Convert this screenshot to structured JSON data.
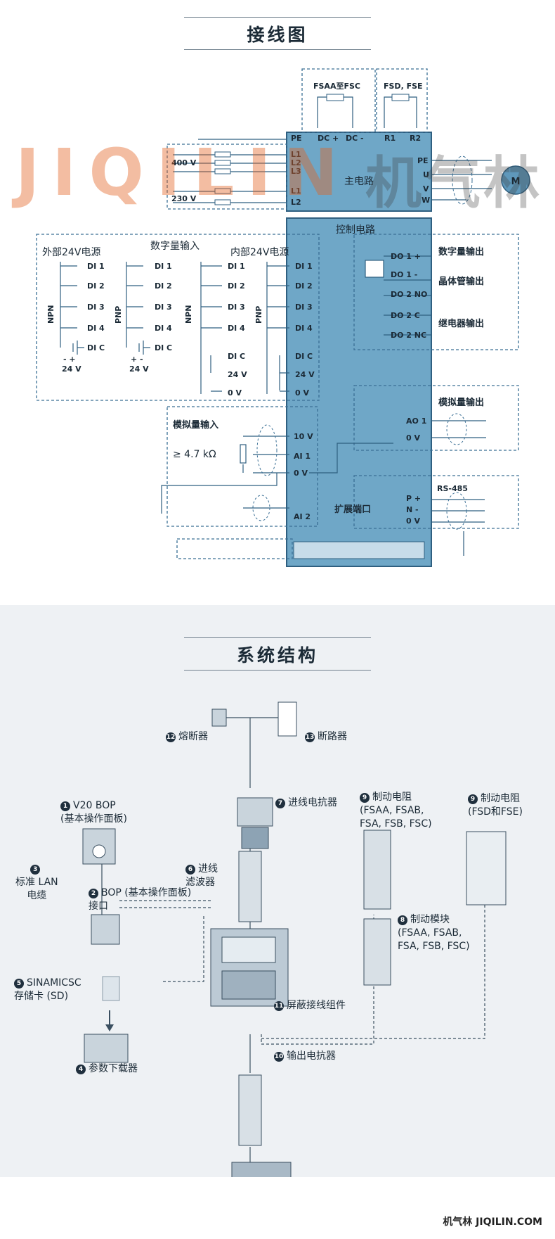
{
  "wiring": {
    "title": "接线图",
    "fsaa_label": "FSAA至FSC",
    "fsd_label": "FSD, FSE",
    "dc_plus": "DC +",
    "dc_minus": "DC -",
    "r1": "R1",
    "r2": "R2",
    "pe_top": "PE",
    "v400": "400 V",
    "v230": "230 V",
    "l1": "L1",
    "l2": "L2",
    "l3": "L3",
    "l1b": "L1",
    "l2b": "L2",
    "main_circuit": "主电路",
    "pe_out": "PE",
    "u": "U",
    "v": "V",
    "w": "W",
    "motor": "M",
    "control_circuit": "控制电路",
    "ext_24v": "外部24V电源",
    "digital_input": "数字量输入",
    "int_24v": "内部24V电源",
    "npn": "NPN",
    "pnp": "PNP",
    "di1": "DI 1",
    "di2": "DI 2",
    "di3": "DI 3",
    "di4": "DI 4",
    "dic": "DI C",
    "minus_plus": "-  +",
    "plus_minus": "+  -",
    "v24": "24 V",
    "v24b": "24 V",
    "v0": "0 V",
    "do1p": "DO 1 +",
    "do1m": "DO 1 -",
    "do2no": "DO 2 NO",
    "do2c": "DO 2 C",
    "do2nc": "DO 2 NC",
    "digital_output": "数字量输出",
    "transistor_output": "晶体管输出",
    "relay_output": "继电器输出",
    "analog_output": "模拟量输出",
    "ao1": "AO 1",
    "ao0v": "0 V",
    "analog_input": "模拟量输入",
    "resistance": "≥ 4.7 kΩ",
    "v10": "10 V",
    "ai1": "AI 1",
    "ai0v": "0 V",
    "ai2": "AI 2",
    "rs485": "RS-485",
    "pplus": "P +",
    "nminus": "N -",
    "rs0v": "0 V",
    "expansion": "扩展端口"
  },
  "watermark": {
    "latin": "JIQILIN",
    "cjk": "机气林"
  },
  "system": {
    "title": "系统结构",
    "fuse": {
      "num": "12",
      "label": "熔断器"
    },
    "breaker": {
      "num": "13",
      "label": "断路器"
    },
    "line_reactor": {
      "num": "7",
      "label": "进线电抗器"
    },
    "brake_res1": {
      "num": "9",
      "label": "制动电阻",
      "sub": "(FSAA, FSAB,",
      "sub2": "FSA, FSB, FSC)"
    },
    "brake_res2": {
      "num": "9",
      "label": "制动电阻",
      "sub": "(FSD和FSE)"
    },
    "bop": {
      "num": "1",
      "label": "V20 BOP",
      "sub": "(基本操作面板)"
    },
    "lan": {
      "num": "3",
      "label": "标准 LAN",
      "sub": "电缆"
    },
    "bop_if": {
      "num": "2",
      "label": "BOP (基本操作面板)",
      "sub": "接口"
    },
    "line_filter": {
      "num": "6",
      "label": "进线",
      "sub": "滤波器"
    },
    "brake_module": {
      "num": "8",
      "label": "制动模块",
      "sub": "(FSAA, FSAB,",
      "sub2": "FSA, FSB, FSC)"
    },
    "sd": {
      "num": "5",
      "label": "SINAMICSC",
      "sub": "存储卡 (SD)"
    },
    "loader": {
      "num": "4",
      "label": "参数下载器"
    },
    "shield": {
      "num": "11",
      "label": "屏蔽接线组件"
    },
    "out_reactor": {
      "num": "10",
      "label": "输出电抗器"
    }
  },
  "footer": {
    "brand": "机气林  JIQILIN.COM"
  },
  "colors": {
    "panel": "#6fa7c7",
    "panel_dark": "#2f5f80",
    "dash": "#3a6f95",
    "accent": "#e2622a"
  }
}
